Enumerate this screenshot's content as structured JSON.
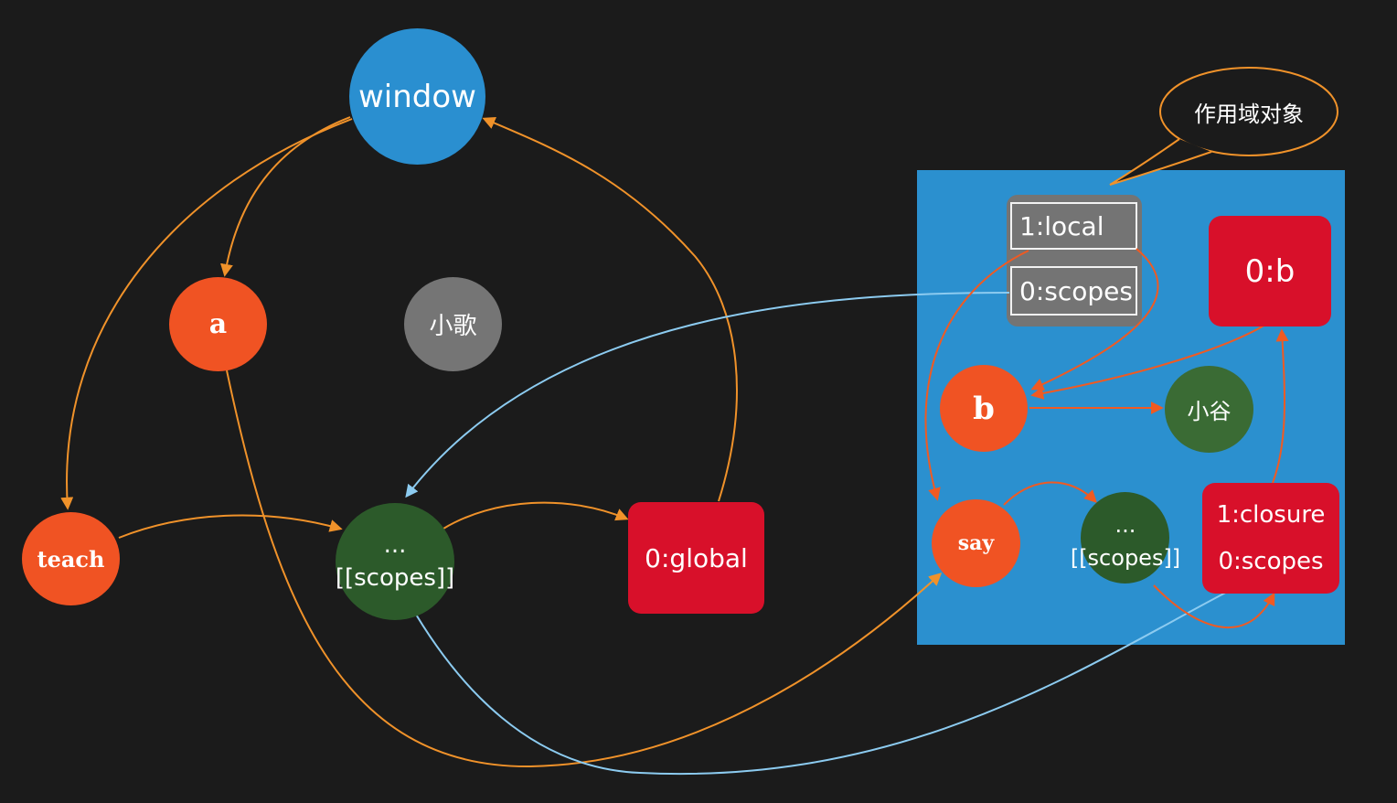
{
  "colors": {
    "background": "#1b1b1b",
    "variable_node": "#f05323",
    "object_node": "#2a8fd0",
    "scope_node": "#2c5a2a",
    "value_node": "#757575",
    "scope_record": "#d8102a",
    "scope_panel": "#2b90cf",
    "edge_reference": "#f0922a",
    "edge_scope": "#8ccbf0",
    "edge_closure": "#f05a22"
  },
  "nodes": {
    "window": "window",
    "a": "a",
    "xiaoge": "小歌",
    "teach": "teach",
    "scopes_left_dots": "...",
    "scopes_left_label": "[[scopes]]",
    "global": "0:global",
    "b": "b",
    "xiaogu": "小谷",
    "say": "say",
    "scopes_right_dots": "...",
    "scopes_right_label": "[[scopes]]",
    "local_label": "1:local",
    "local_scopes_label": "0:scopes",
    "zero_b": "0:b",
    "closure_label": "1:closure",
    "closure_scopes_label": "0:scopes"
  },
  "callout": {
    "text": "作用域对象"
  }
}
